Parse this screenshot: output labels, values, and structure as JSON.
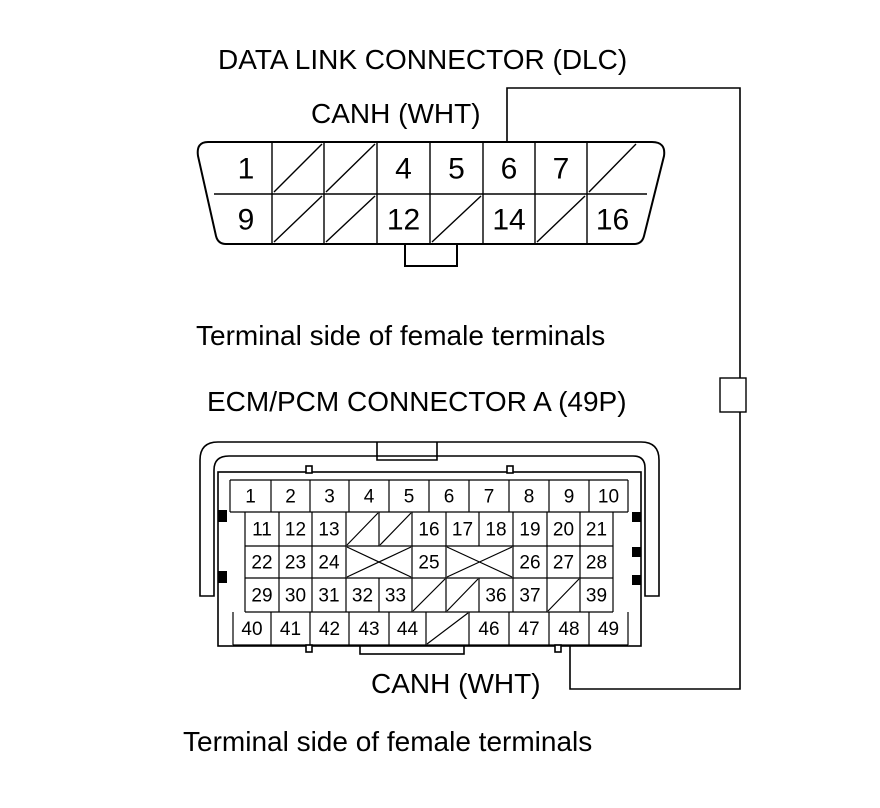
{
  "dlc": {
    "title": "DATA LINK CONNECTOR (DLC)",
    "wire_label": "CANH (WHT)",
    "caption": "Terminal side of female terminals",
    "top_row": [
      "1",
      "",
      "",
      "4",
      "5",
      "6",
      "7",
      ""
    ],
    "bottom_row": [
      "9",
      "",
      "",
      "12",
      "",
      "14",
      "",
      "16"
    ]
  },
  "ecm": {
    "title": "ECM/PCM CONNECTOR A (49P)",
    "wire_label": "CANH (WHT)",
    "caption": "Terminal side of female terminals",
    "row1": [
      "1",
      "2",
      "3",
      "4",
      "5",
      "6",
      "7",
      "8",
      "9",
      "10"
    ],
    "row2": [
      "11",
      "12",
      "13",
      "",
      "",
      "16",
      "17",
      "18",
      "19",
      "20",
      "21"
    ],
    "row3": [
      "22",
      "23",
      "24",
      "",
      "25",
      "",
      "26",
      "27",
      "28"
    ],
    "row4": [
      "29",
      "30",
      "31",
      "32",
      "33",
      "",
      "",
      "36",
      "37",
      "",
      "39"
    ],
    "row5": [
      "40",
      "41",
      "42",
      "43",
      "44",
      "",
      "46",
      "47",
      "48",
      "49"
    ]
  }
}
